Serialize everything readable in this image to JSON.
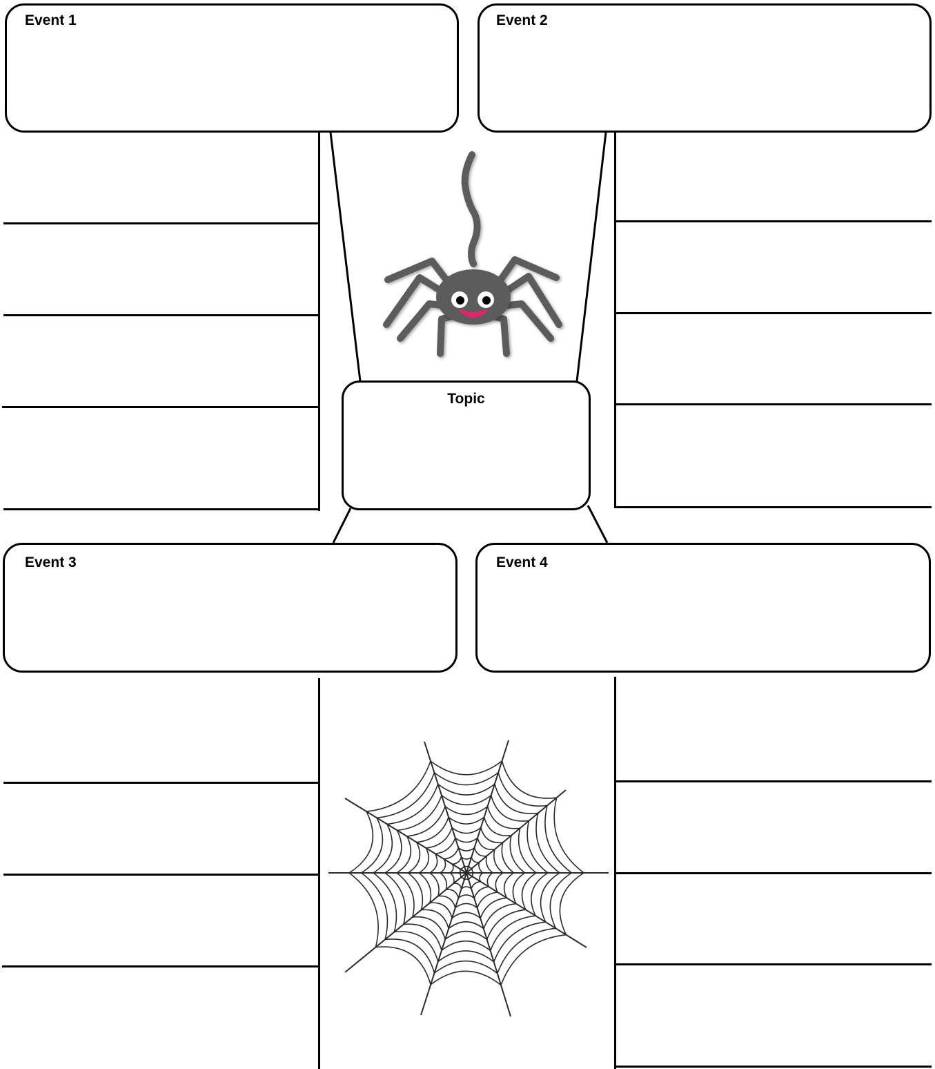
{
  "events": [
    {
      "label": "Event 1"
    },
    {
      "label": "Event 2"
    },
    {
      "label": "Event 3"
    },
    {
      "label": "Event 4"
    }
  ],
  "topic": {
    "label": "Topic"
  },
  "illustrations": {
    "top": "spider-icon",
    "bottom": "spider-web-icon"
  }
}
